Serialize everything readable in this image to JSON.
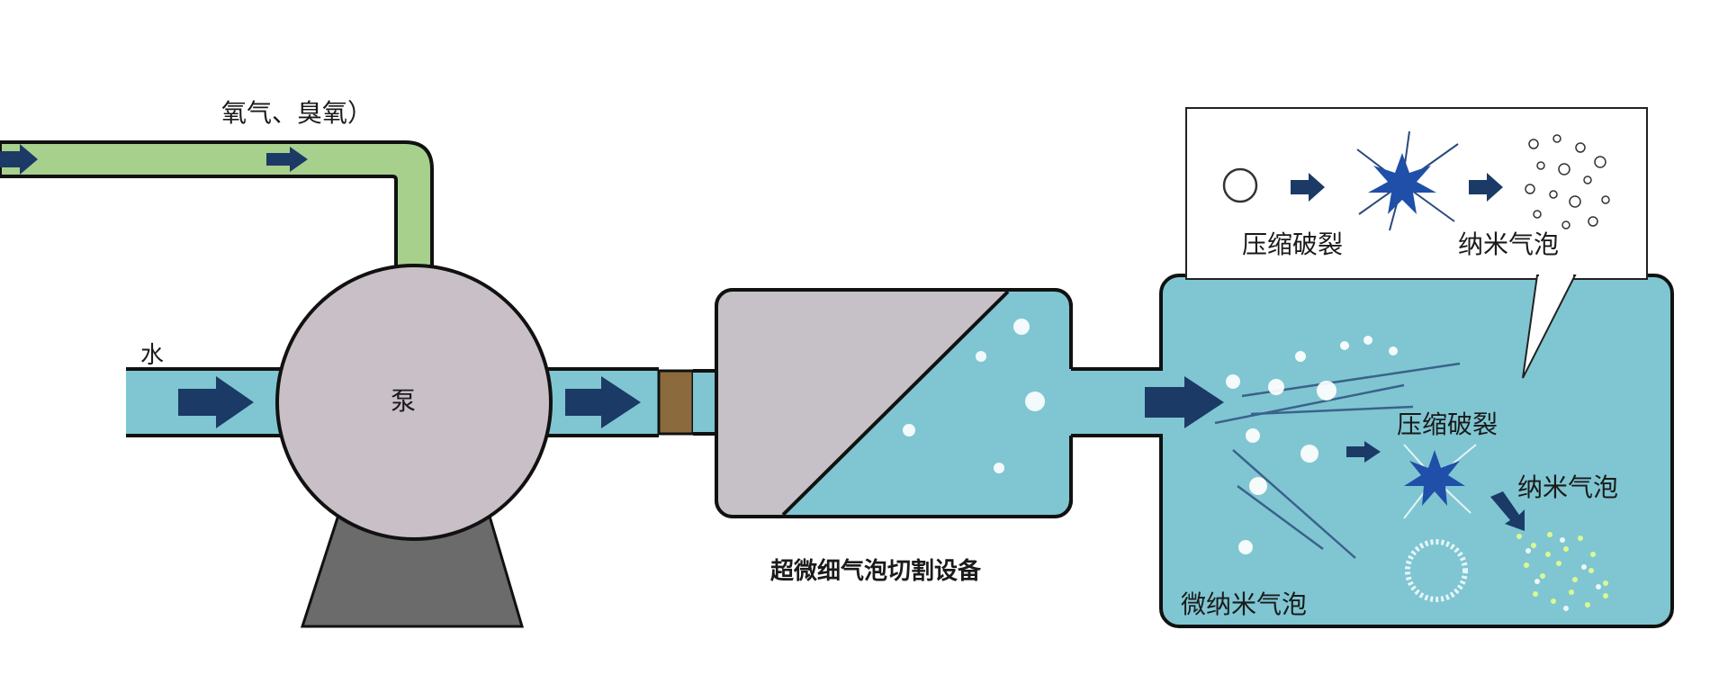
{
  "labels": {
    "gas_inlet": "氧气、臭氧）",
    "water_inlet": "水",
    "pump": "泵",
    "cutting_device": "超微细气泡切割设备",
    "compress_burst_top": "压缩破裂",
    "nano_bubble_top": "纳米气泡",
    "compress_burst_tank": "压缩破裂",
    "nano_bubble_tank": "纳米气泡",
    "micro_nano_bubble": "微纳米气泡"
  },
  "colors": {
    "gas_pipe": "#a8d08d",
    "water": "#7fc6d2",
    "pump_body": "#c9bfc7",
    "pump_base": "#6b6b6b",
    "arrow": "#1c3a66",
    "connector": "#8b6b3d",
    "device_gray": "#c6c1c7",
    "burst_blue": "#1f4fa8",
    "outline": "#111111"
  }
}
